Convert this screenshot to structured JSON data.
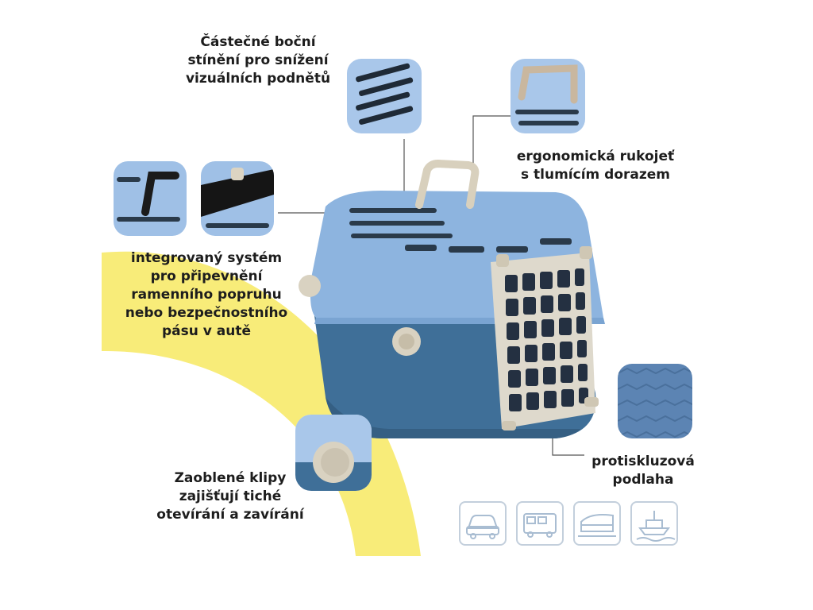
{
  "colors": {
    "accent_yellow": "#f8ec79",
    "carrier_top": "#8db4df",
    "carrier_base": "#3f6f98",
    "door": "#ded9cc",
    "icon_stroke": "#a9bdd2"
  },
  "callouts": {
    "shielding": [
      "Částečné boční",
      "stínění pro snížení",
      "vizuálních podnětů"
    ],
    "handle": [
      "ergonomická rukojeť",
      "s tlumícím dorazem"
    ],
    "strap": [
      "integrovaný systém",
      "pro připevnění",
      "ramenního popruhu",
      "nebo bezpečnostního",
      "pásu v autě"
    ],
    "clips": [
      "Zaoblené klipy",
      "zajišťují tiché",
      "otevírání a zavírání"
    ],
    "floor": [
      "protiskluzová",
      "podlaha"
    ]
  },
  "travel_icons": [
    "car-icon",
    "camper-van-icon",
    "train-icon",
    "ship-icon"
  ]
}
